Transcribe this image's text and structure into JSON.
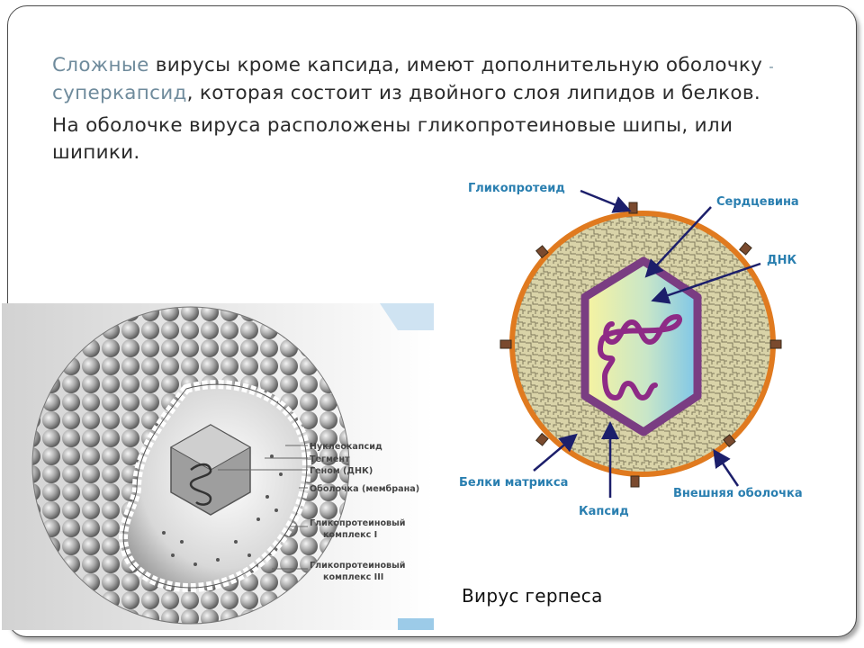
{
  "slide": {
    "paragraph1": {
      "part1": "Сложные",
      "part2": " вирусы кроме капсида, имеют дополнительную оболочку ",
      "dash": "-",
      "part3": " ",
      "part4": "суперкапсид",
      "part5": ", которая состоит из двойного слоя липидов и белков."
    },
    "paragraph2": "На оболочке вируса расположены гликопротеиновые шипы, или шипики.",
    "caption": "Вирус герпеса"
  },
  "left_diagram": {
    "labels": {
      "nucleocapsid": "Нуклеокапсид",
      "tegument": "Тегмент",
      "genome": "Геном (ДНК)",
      "membrane": "Оболочка (мембрана)",
      "complex1_a": "Гликопротеиновый",
      "complex1_b": "комплекс I",
      "complex3_a": "Гликопротеиновый",
      "complex3_b": "комплекс III"
    }
  },
  "right_diagram": {
    "labels": {
      "glycoprotein": "Гликопротеид",
      "core": "Сердцевина",
      "dna": "ДНК",
      "matrix": "Белки матрикса",
      "capsid": "Капсид",
      "outer": "Внешняя оболочка"
    }
  },
  "colors": {
    "accent_text": "#6f8b9c",
    "label_blue": "#2a7fb0",
    "outer_shell": "#e07a1f",
    "capsid_purple": "#7a3d82",
    "dna_purple": "#8e2a86",
    "arrow_navy": "#1c1f6b"
  }
}
